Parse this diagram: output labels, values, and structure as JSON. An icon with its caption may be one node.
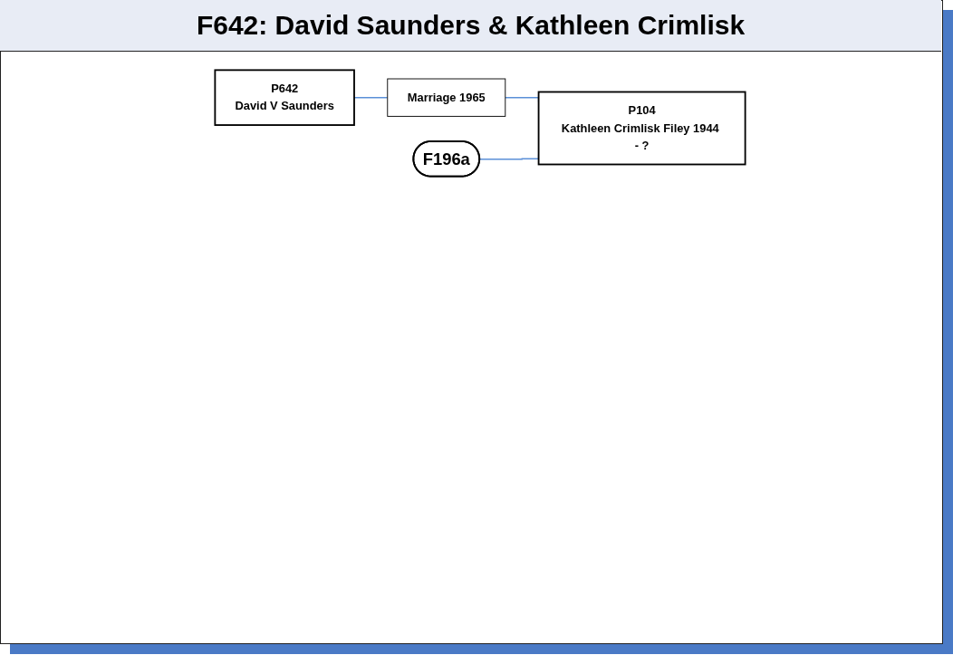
{
  "diagram": {
    "title": "F642: David Saunders & Kathleen Crimlisk",
    "nodes": [
      {
        "text": [
          "F196a"
        ]
      },
      {
        "text": [
          "P642",
          "David V Saunders"
        ]
      },
      {
        "text": [
          "Marriage 1965"
        ]
      },
      {
        "text": [
          "P104",
          "Kathleen Crimlisk Filey 1944 - ?"
        ]
      }
    ],
    "edges": [
      {
        "from": 1,
        "to": 2,
        "arrow": "none"
      },
      {
        "from": 2,
        "to": 3,
        "arrow": "none"
      },
      {
        "from": 0,
        "to": 3,
        "arrow": "none"
      }
    ]
  }
}
